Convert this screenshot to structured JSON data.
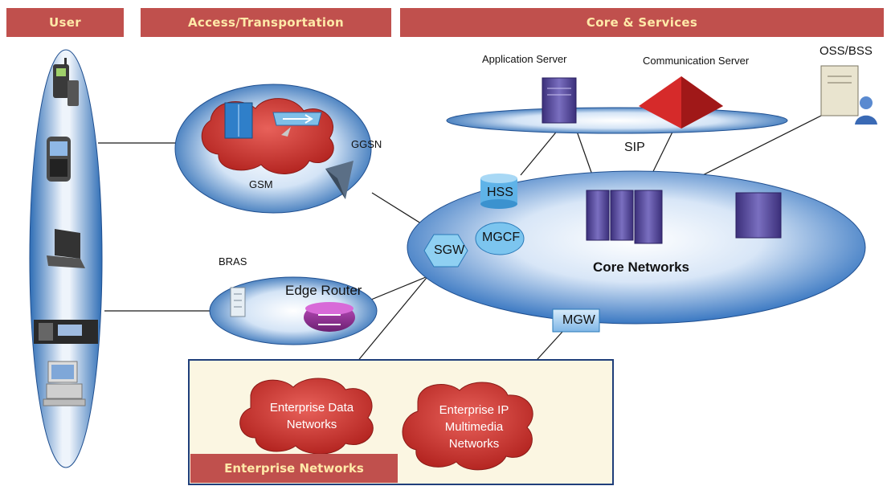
{
  "headers": {
    "user": "User",
    "access": "Access/Transportation",
    "core": "Core & Services"
  },
  "labels": {
    "application_server": "Application Server",
    "communication_server": "Communication Server",
    "oss_bss": "OSS/BSS",
    "sip": "SIP",
    "ggsn": "GGSN",
    "gsm": "GSM",
    "hss": "HSS",
    "mgcf": "MGCF",
    "sgw": "SGW",
    "core_networks": "Core Networks",
    "bras": "BRAS",
    "edge_router": "Edge Router",
    "mgw": "MGW",
    "enterprise_networks": "Enterprise Networks"
  },
  "clouds": {
    "enterprise_data": [
      "Enterprise Data",
      "Networks"
    ],
    "enterprise_ip": [
      "Enterprise IP",
      "Multimedia",
      "Networks"
    ]
  },
  "colors": {
    "header_red": "#c0504d",
    "header_text": "#ffe9a8",
    "ellipse_blue": "#2e6db5",
    "cloud_red": "#c9302c",
    "enterprise_bg": "#fbf6e2",
    "enterprise_border": "#1f3e7a"
  },
  "icons": [
    "mobile-phone-icon",
    "smartphone-icon",
    "laptop-icon",
    "ip-phone-icon",
    "desktop-computer-icon",
    "server-icon",
    "pyramid-server-icon",
    "oss-bss-icon",
    "database-icon",
    "router-icon",
    "cabinet-icon",
    "switch-icon"
  ]
}
